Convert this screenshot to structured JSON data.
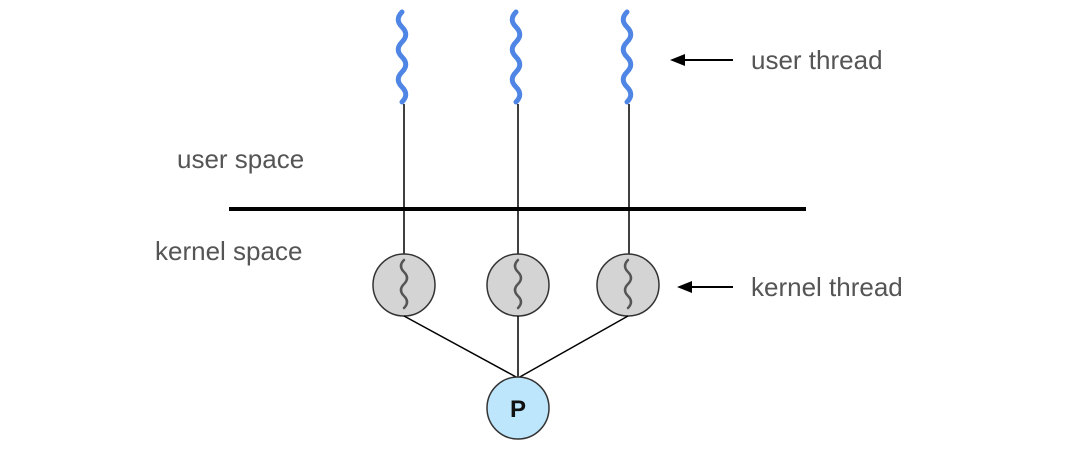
{
  "labels": {
    "user_thread": "user thread",
    "user_space": "user space",
    "kernel_space": "kernel space",
    "kernel_thread": "kernel thread",
    "processor": "P"
  },
  "colors": {
    "user_thread": "#4f86e6",
    "kernel_circle_fill": "#d4d4d4",
    "kernel_circle_stroke": "#333333",
    "kernel_squiggle": "#555555",
    "processor_fill": "#bde5fb",
    "line": "#000000",
    "text": "#555555"
  },
  "user_thread_count": 3
}
